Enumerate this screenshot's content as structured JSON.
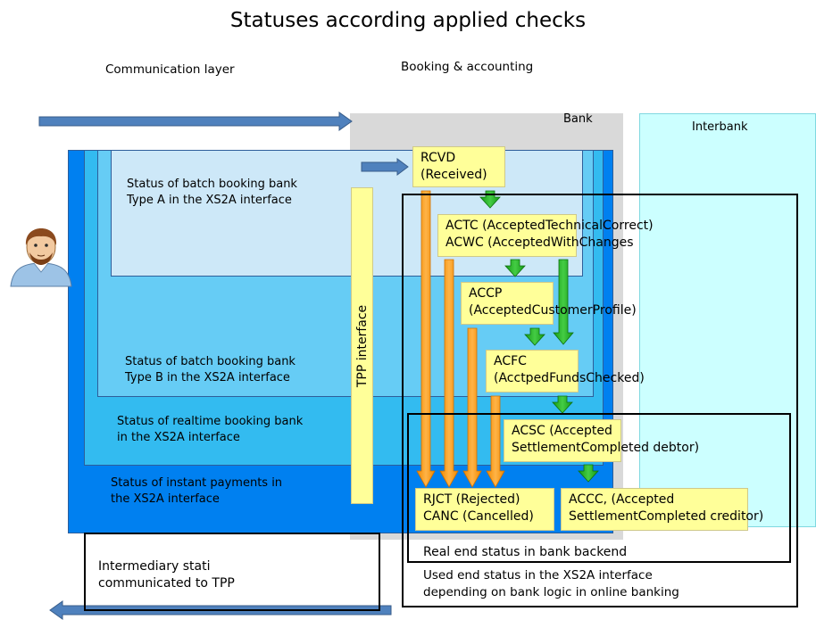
{
  "title": "Statuses according applied checks",
  "headers": {
    "communication": "Communication layer",
    "booking": "Booking & accounting"
  },
  "regions": {
    "bank": "Bank",
    "interbank": "Interbank"
  },
  "layers": {
    "batch_a": [
      "Status of batch booking bank",
      "Type A in the XS2A interface"
    ],
    "batch_b": [
      "Status of batch booking bank",
      "Type B in the XS2A interface"
    ],
    "realtime": [
      "Status of realtime booking bank",
      "in the XS2A interface"
    ],
    "instant": [
      "Status of instant payments in",
      "the XS2A interface"
    ]
  },
  "tpp_interface": "TPP interface",
  "statuses": {
    "rcvd": [
      "RCVD",
      "(Received)"
    ],
    "actc": [
      "ACTC (AcceptedTechnicalCorrect)",
      "ACWC (AcceptedWithChanges"
    ],
    "accp": [
      "ACCP",
      "(AcceptedCustomerProfile)"
    ],
    "acfc": [
      "ACFC",
      "(AcctpedFundsChecked)"
    ],
    "acsc": [
      "ACSC (Accepted",
      "SettlementCompleted debtor)"
    ],
    "rjct": [
      "RJCT (Rejected)",
      "CANC (Cancelled)"
    ],
    "accc": [
      "ACCC, (Accepted",
      "SettlementCompleted creditor)"
    ]
  },
  "notes": {
    "real_end": "Real end status in bank backend",
    "used_end": [
      "Used end status in the XS2A interface",
      "depending on bank logic in online banking"
    ],
    "intermediary": [
      "Intermediary stati",
      "communicated to TPP"
    ]
  },
  "colors": {
    "bank_gray": "#D9D9D9",
    "interbank_cyan": "#CCFFFF",
    "instant_blue": "#0080F0",
    "realtime_blue": "#33BBF0",
    "batch_b_blue": "#66CCF5",
    "batch_a_blue": "#CDE8F8",
    "status_yellow": "#FFFF99",
    "orange_arrow": "#FF9900",
    "green_arrow": "#22B022",
    "flow_arrow": "#4F81BD"
  },
  "icons": {
    "person": "person-icon"
  }
}
